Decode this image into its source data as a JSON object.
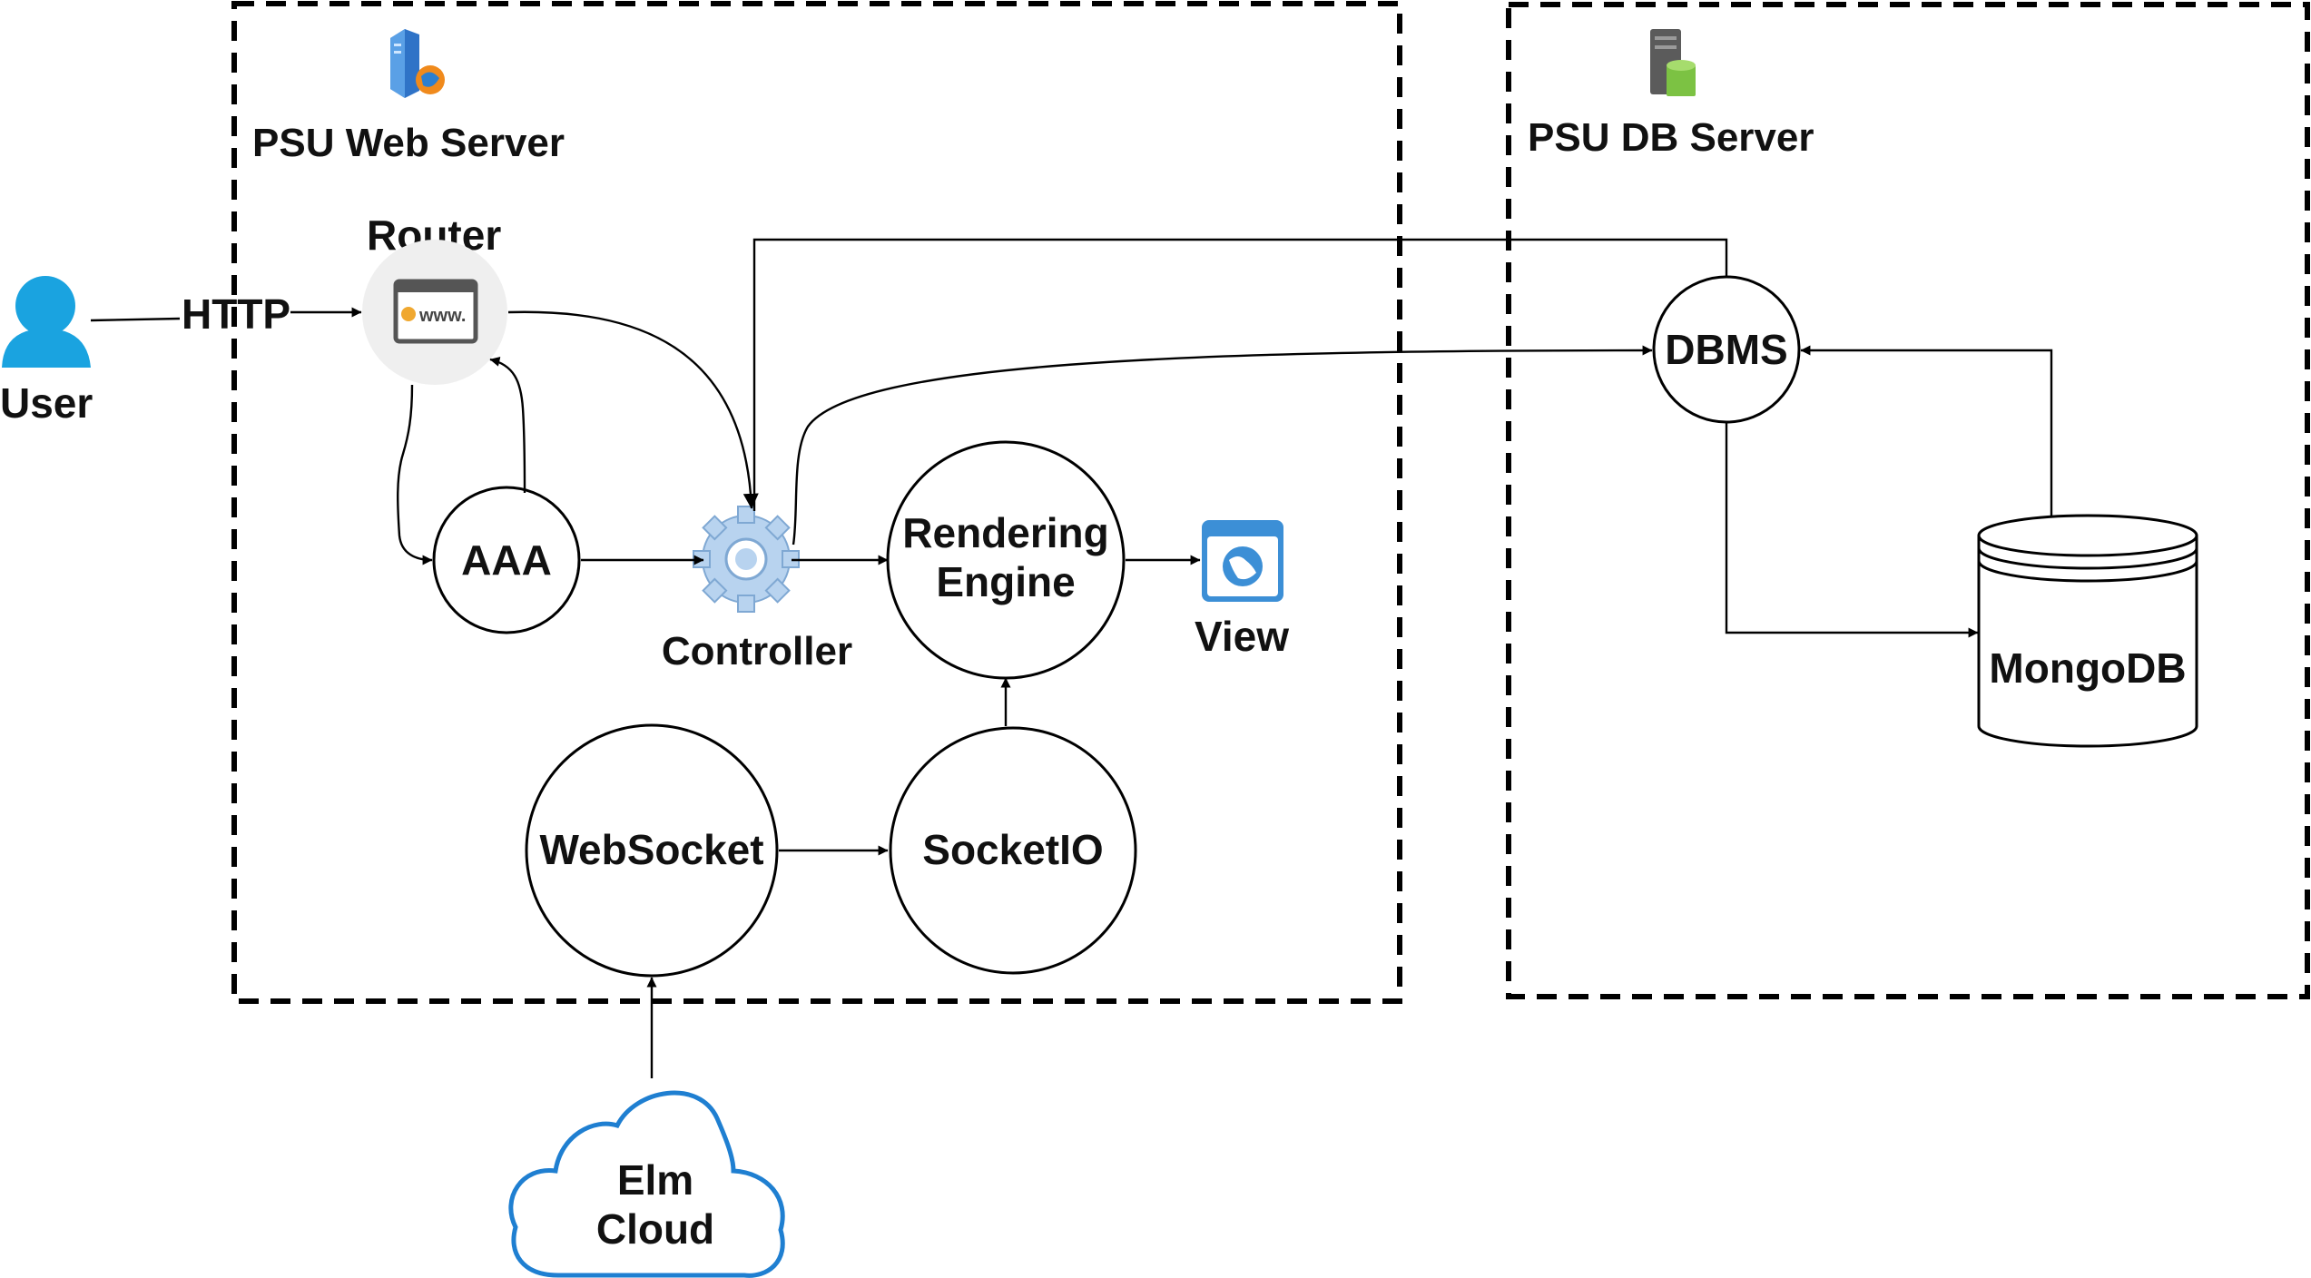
{
  "labels": {
    "web_server": "PSU Web Server",
    "db_server": "PSU DB Server",
    "user": "User",
    "http": "HTTP",
    "router": "Router",
    "aaa": "AAA",
    "controller": "Controller",
    "rendering_line1": "Rendering",
    "rendering_line2": "Engine",
    "view": "View",
    "websocket": "WebSocket",
    "socketio": "SocketIO",
    "cloud_line1": "Elm",
    "cloud_line2": "Cloud",
    "dbms": "DBMS",
    "mongodb": "MongoDB",
    "router_icon_text": "www."
  },
  "icons": {
    "user": "user-icon",
    "web_server": "web-server-icon",
    "db_server": "db-server-icon",
    "router": "browser-www-icon",
    "controller": "gear-icon",
    "view": "globe-window-icon",
    "cloud": "cloud-icon",
    "database": "cylinder-database-icon"
  },
  "colors": {
    "user_icon": "#1aa3e0",
    "cloud_stroke": "#1f7fd1",
    "gear": "#b8d3ef",
    "view_icon": "#3c8fd6",
    "db_green": "#7cc243",
    "router_badge": "#f0a830"
  }
}
